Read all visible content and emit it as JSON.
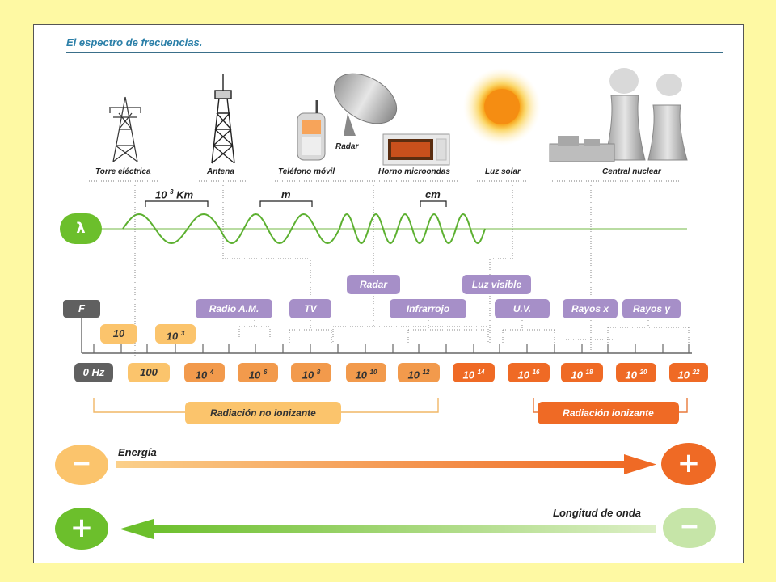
{
  "title": "El espectro de frecuencias.",
  "sources": [
    {
      "label": "Torre eléctrica"
    },
    {
      "label": "Antena"
    },
    {
      "label": "Teléfono móvil"
    },
    {
      "label": "Radar"
    },
    {
      "label": "Horno microondas"
    },
    {
      "label": "Luz solar"
    },
    {
      "label": "Central nuclear"
    }
  ],
  "wave": {
    "lambda_symbol": "λ",
    "scale_labels": [
      {
        "base": "10",
        "exp": "3",
        "unit": "Km"
      },
      {
        "base": "m",
        "exp": "",
        "unit": ""
      },
      {
        "base": "cm",
        "exp": "",
        "unit": ""
      }
    ]
  },
  "bands": [
    {
      "label": "Radar",
      "color": "#a68fc8"
    },
    {
      "label": "Luz visible",
      "color": "#a68fc8"
    },
    {
      "label": "Radio A.M.",
      "color": "#a68fc8"
    },
    {
      "label": "TV",
      "color": "#a68fc8"
    },
    {
      "label": "Infrarrojo",
      "color": "#a68fc8"
    },
    {
      "label": "U.V.",
      "color": "#a68fc8"
    },
    {
      "label": "Rayos x",
      "color": "#a68fc8"
    },
    {
      "label": "Rayos γ",
      "color": "#a68fc8"
    }
  ],
  "frequency": {
    "axis_label": "F",
    "zero": "0 Hz",
    "top_row": [
      {
        "base": "10",
        "exp": ""
      },
      {
        "base": "10",
        "exp": "3"
      }
    ],
    "bottom_row": [
      {
        "base": "100",
        "exp": ""
      },
      {
        "base": "10",
        "exp": "4"
      },
      {
        "base": "10",
        "exp": "6"
      },
      {
        "base": "10",
        "exp": "8"
      },
      {
        "base": "10",
        "exp": "10"
      },
      {
        "base": "10",
        "exp": "12"
      },
      {
        "base": "10",
        "exp": "14"
      },
      {
        "base": "10",
        "exp": "16"
      },
      {
        "base": "10",
        "exp": "18"
      },
      {
        "base": "10",
        "exp": "20"
      },
      {
        "base": "10",
        "exp": "22"
      }
    ]
  },
  "radiation": {
    "non_ionizing": "Radiación no ionizante",
    "ionizing": "Radiación ionizante"
  },
  "energy": {
    "label": "Energía",
    "minus": "−",
    "plus": "+"
  },
  "wavelength": {
    "label": "Longitud de onda",
    "plus": "+",
    "minus": "−"
  },
  "colors": {
    "background": "#fef9a3",
    "title": "#2b7fa8",
    "band_purple": "#a68fc8",
    "freq_yellow": "#fbc46c",
    "freq_orange": "#f29a4c",
    "freq_red": "#ef6a25",
    "wave_green": "#5cb030",
    "energy_orange": "#f07a2a",
    "wavelength_green": "#7cc43c"
  }
}
